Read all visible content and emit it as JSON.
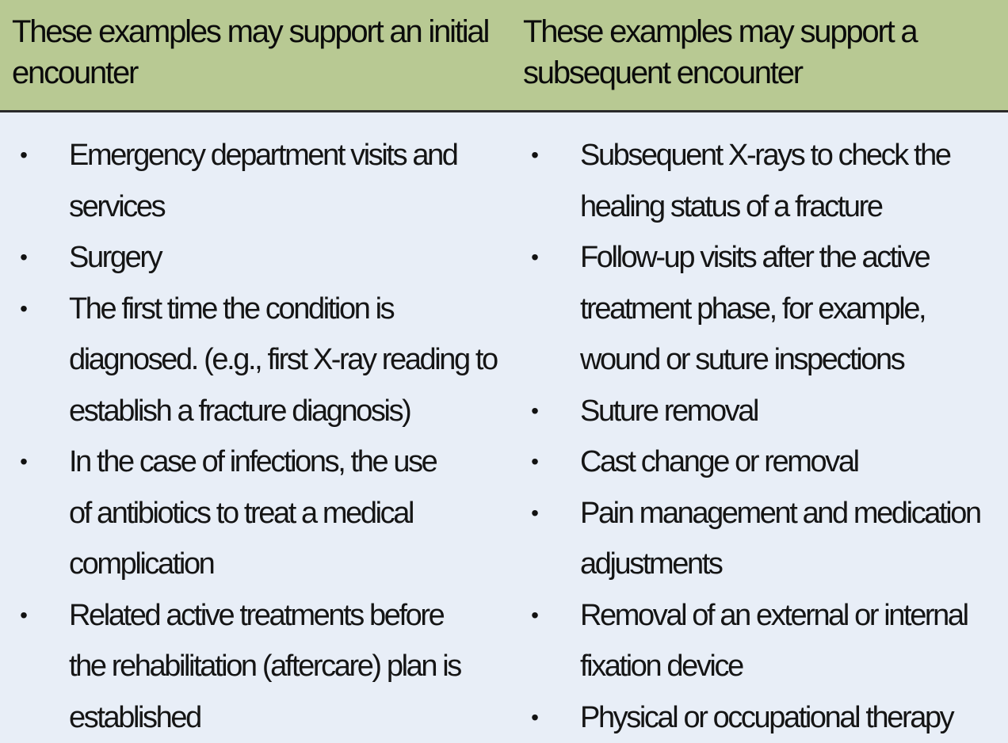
{
  "header": {
    "left": "These examples may support an initial\nencounter",
    "right": "These examples may support a\nsubsequent encounter"
  },
  "colors": {
    "header_bg": "#b8c993",
    "body_bg": "#e8eef7",
    "divider": "#2a2a2a"
  },
  "columns": {
    "initial": [
      {
        "text": "Emergency department visits and\nservices"
      },
      {
        "text": "Surgery"
      },
      {
        "text": "The first time the condition is\ndiagnosed. (e.g., first X-ray reading to\nestablish a fracture diagnosis)"
      },
      {
        "text": "In the case of infections, the use\nof antibiotics to treat a medical\ncomplication"
      },
      {
        "text": "Related active treatments before\nthe rehabilitation (aftercare) plan is\nestablished"
      }
    ],
    "subsequent": [
      {
        "text": "Subsequent X-rays to check the\nhealing status of a fracture"
      },
      {
        "text": "Follow-up visits after the active\ntreatment phase, for example,\nwound or suture inspections"
      },
      {
        "text": "Suture removal"
      },
      {
        "text": "Cast change or removal"
      },
      {
        "text": "Pain management and medication\nadjustments"
      },
      {
        "text": "Removal of an external or internal\nfixation device"
      },
      {
        "text": "Physical or occupational therapy"
      }
    ]
  },
  "bullet_glyph": "•"
}
